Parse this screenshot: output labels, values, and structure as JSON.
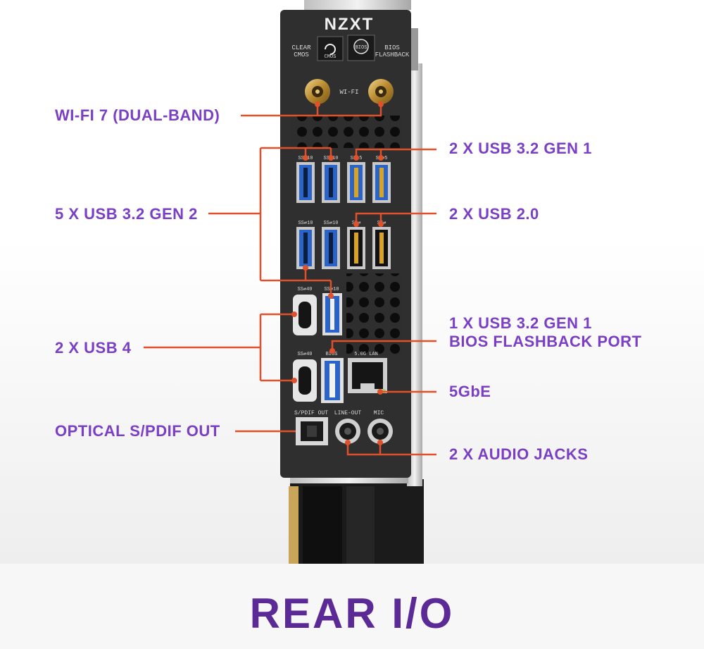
{
  "brand": "NZXT",
  "panel": {
    "clear_cmos": [
      "CLEAR",
      "CMOS"
    ],
    "cmos_button": "CMOS",
    "bios_button": "BIOS",
    "bios_flashback": [
      "BIOS",
      "FLASHBACK"
    ],
    "wifi": "WI-FI",
    "port_tags_row1": [
      "SS⇄10",
      "SS⇄10",
      "SS⇄5",
      "SS⇄5"
    ],
    "port_tags_row2": [
      "SS⇄10",
      "SS⇄10",
      "SS⇄",
      "SS⇄"
    ],
    "port_tags_row3": [
      "SS⇄40",
      "SS⇄10"
    ],
    "port_tags_row4": [
      "SS⇄40",
      "BIOS",
      "5.0G LAN"
    ],
    "audio_tags": [
      "S/PDIF OUT",
      "LINE-OUT",
      "MIC"
    ]
  },
  "callouts": {
    "wifi": "WI-FI 7 (DUAL-BAND)",
    "usb_gen1": "2 X USB 3.2 GEN 1",
    "usb_gen2": "5 X USB 3.2 GEN 2",
    "usb_20": "2 X USB 2.0",
    "flashback_line1": "1 X USB 3.2 GEN 1",
    "flashback_line2": "BIOS FLASHBACK PORT",
    "usb4": "2 X USB 4",
    "lan": "5GbE",
    "spdif": "OPTICAL S/PDIF OUT",
    "audio": "2 X AUDIO JACKS"
  },
  "footer_title": "REAR I/O",
  "colors": {
    "callout_text": "#7a3fc4",
    "leader_line": "#e0502a",
    "title": "#5b2a97",
    "panel": "#2f2f2f"
  }
}
